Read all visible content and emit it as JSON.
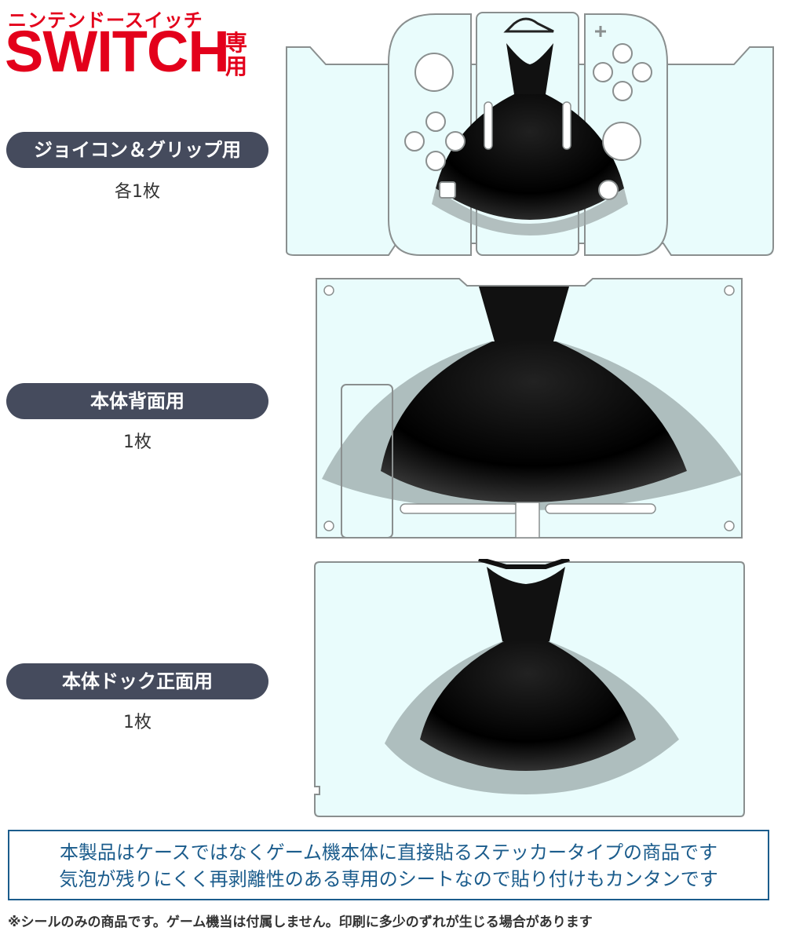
{
  "brand": {
    "subtitle": "ニンテンドースイッチ",
    "title": "SWITCH",
    "suffix": "専用"
  },
  "sections": [
    {
      "label": "ジョイコン＆グリップ用",
      "count": "各1枚"
    },
    {
      "label": "本体背面用",
      "count": "1枚"
    },
    {
      "label": "本体ドック正面用",
      "count": "1枚"
    }
  ],
  "notice": {
    "line1": "本製品はケースではなくゲーム機本体に直接貼るステッカータイプの商品です",
    "line2": "気泡が残りにくく再剥離性のある専用のシートなので貼り付けもカンタンです"
  },
  "footnote": "※シールのみの商品です。ゲーム機当は付属しません。印刷に多少のずれが生じる場合があります",
  "colors": {
    "brand_red": "#e3001b",
    "pill_bg": "#454b5d",
    "sticker_bg": "#e9fcfc",
    "outline": "#8a8f8f",
    "notice_blue": "#1b5c8c"
  }
}
